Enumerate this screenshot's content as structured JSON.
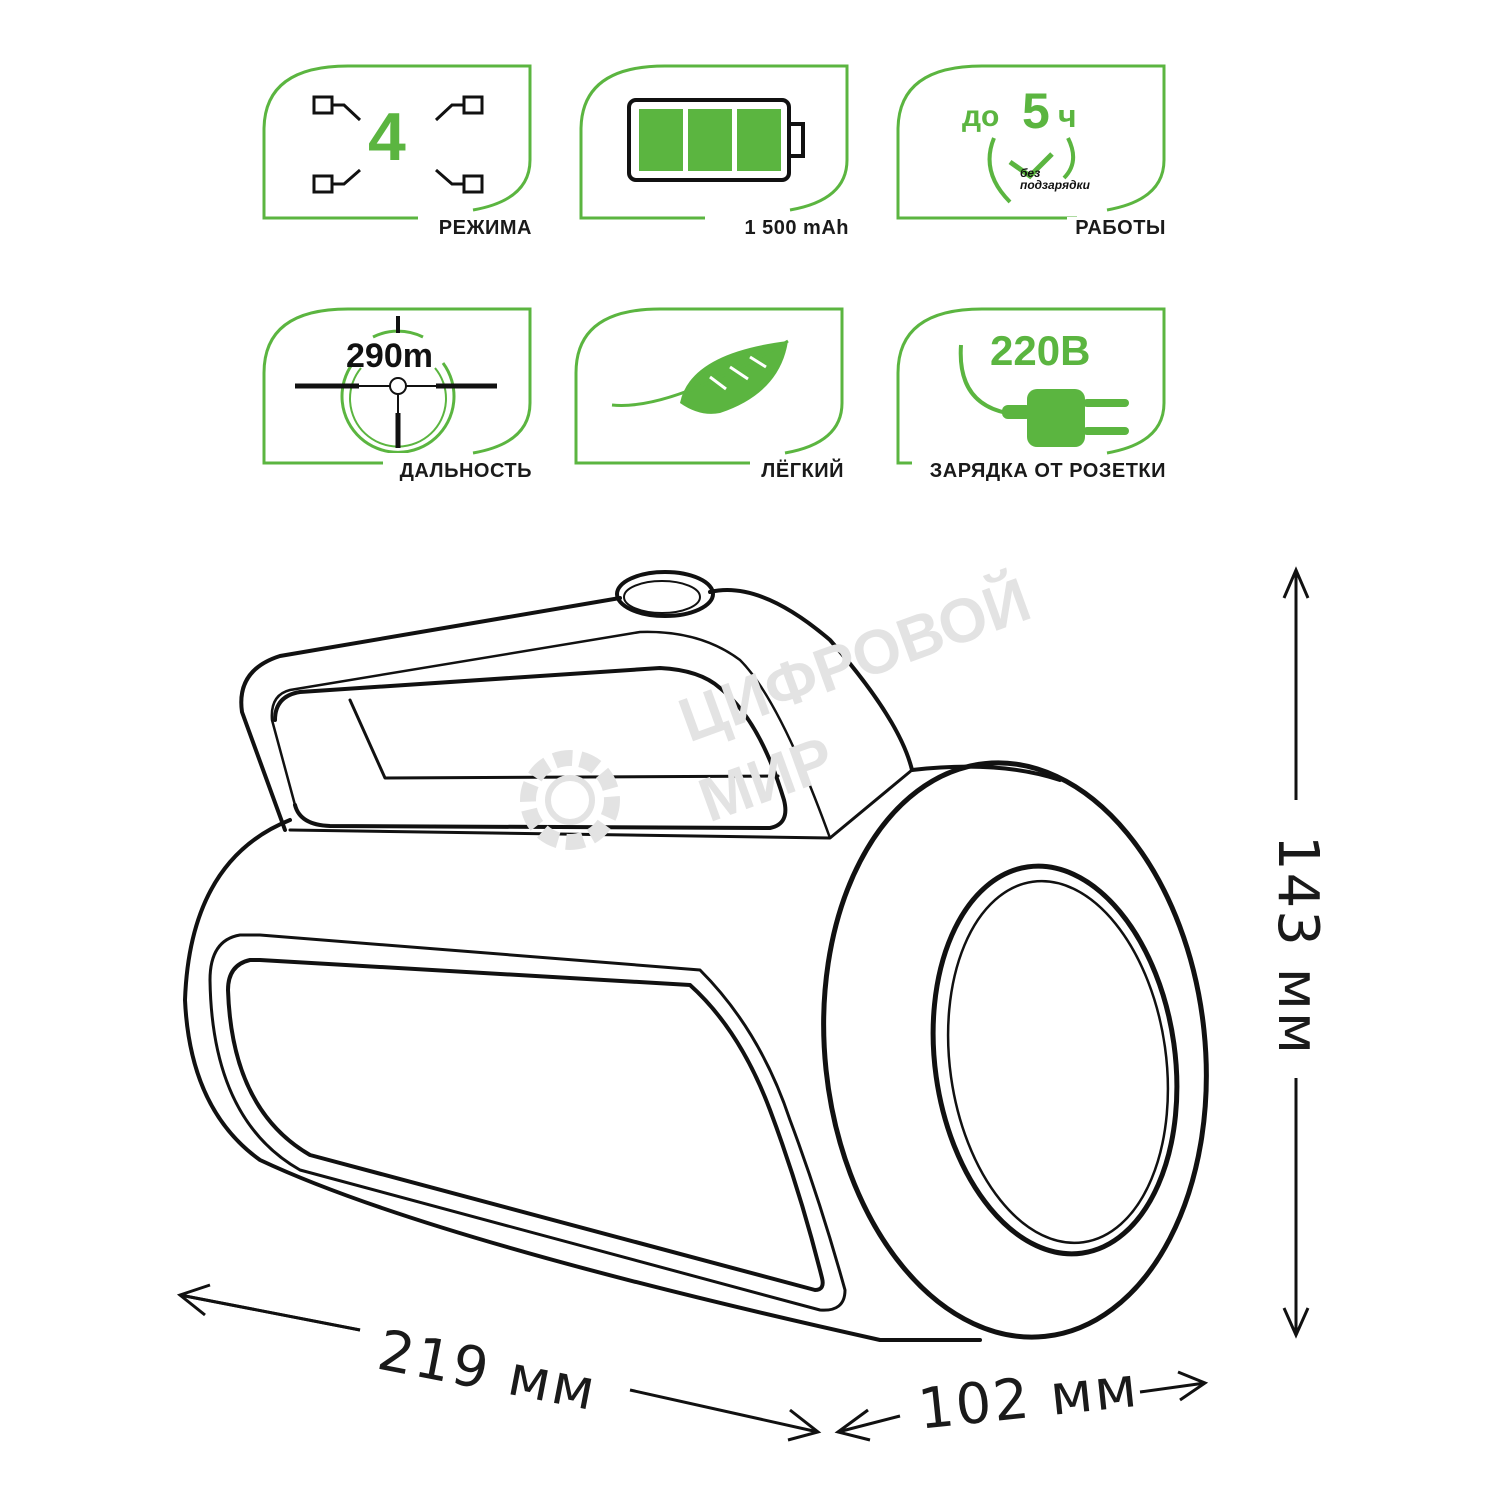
{
  "colors": {
    "accent_green": "#5bb540",
    "outline_black": "#111111",
    "watermark_gray": "#e3e3e3"
  },
  "features": [
    {
      "id": "modes",
      "icon": "modes-icon",
      "value": "4",
      "caption": "РЕЖИМА"
    },
    {
      "id": "battery",
      "icon": "battery-icon",
      "value": "",
      "caption": "1 500 mAh"
    },
    {
      "id": "runtime",
      "icon": "clock-icon",
      "prefix": "до",
      "value": "5",
      "unit": "ч",
      "note_line1": "без",
      "note_line2": "подзарядки",
      "caption": "РАБОТЫ"
    },
    {
      "id": "range",
      "icon": "crosshair-icon",
      "value": "290m",
      "caption": "ДАЛЬНОСТЬ"
    },
    {
      "id": "weight",
      "icon": "feather-icon",
      "value": "",
      "caption": "ЛЁГКИЙ"
    },
    {
      "id": "charging",
      "icon": "plug-icon",
      "value": "220В",
      "caption": "ЗАРЯДКА ОТ РОЗЕТКИ"
    }
  ],
  "dimensions": {
    "length": "219 мм",
    "width": "102 мм",
    "height": "143 мм"
  },
  "watermark": {
    "line1": "ЦИФРОВОЙ",
    "line2": "МИР"
  }
}
